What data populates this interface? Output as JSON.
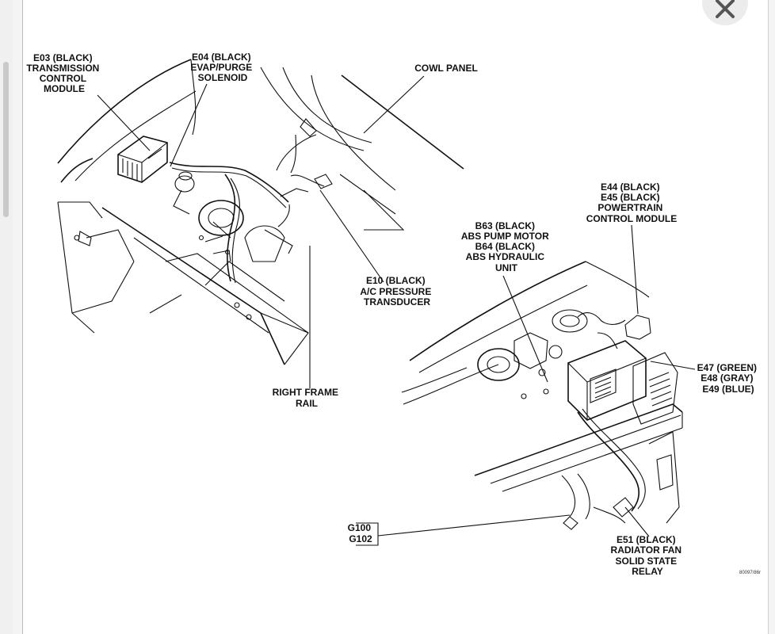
{
  "labels": {
    "tcm": [
      "E03 (BLACK)",
      "TRANSMISSION",
      "CONTROL",
      "MODULE"
    ],
    "evap": [
      "E04 (BLACK)",
      "EVAP/PURGE",
      "SOLENOID"
    ],
    "cowl": [
      "COWL PANEL"
    ],
    "ac": [
      "E10 (BLACK)",
      "A/C PRESSURE",
      "TRANSDUCER"
    ],
    "rail": [
      "RIGHT FRAME",
      "RAIL"
    ],
    "pcm": [
      "E44 (BLACK)",
      "E45 (BLACK)",
      "POWERTRAIN",
      "CONTROL MODULE"
    ],
    "abs": [
      "B63 (BLACK)",
      "ABS PUMP MOTOR",
      "B64 (BLACK)",
      "ABS HYDRAULIC",
      "UNIT"
    ],
    "e47": [
      "E47 (GREEN)",
      "E48 (GRAY)",
      "E49 (BLUE)"
    ],
    "ground": [
      "G100",
      "G102"
    ],
    "relay": [
      "E51 (BLACK)",
      "RADIATOR FAN",
      "SOLID STATE",
      "RELAY"
    ],
    "figure_id": "80097/86r"
  },
  "icons": {
    "close": "close-icon"
  }
}
